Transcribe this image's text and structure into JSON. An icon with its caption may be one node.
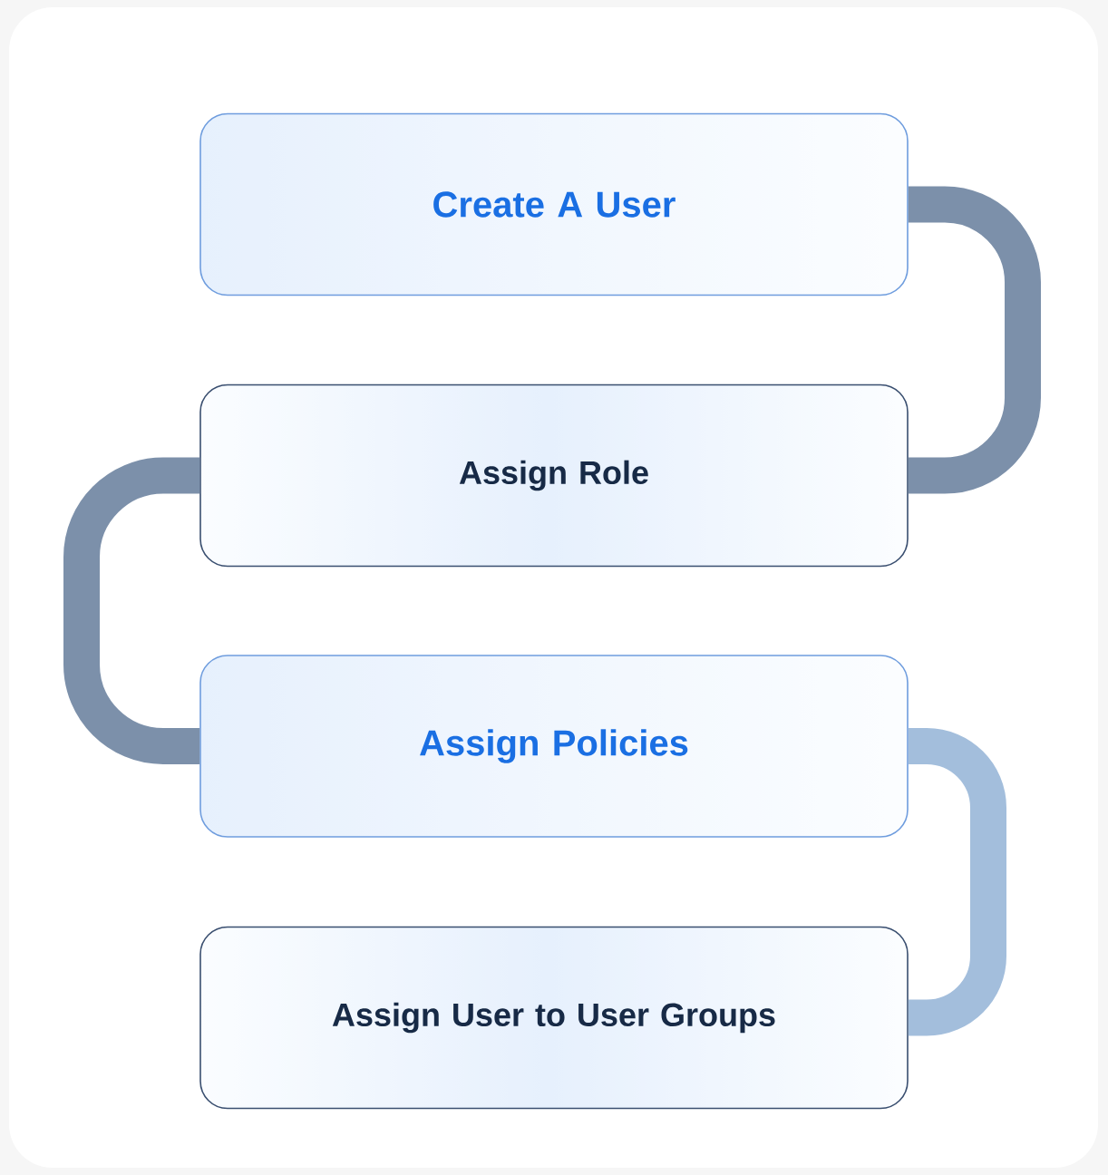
{
  "diagram": {
    "nodes": [
      {
        "text": [
          "Create A User"
        ]
      },
      {
        "text": [
          "Assign Role"
        ]
      },
      {
        "text": [
          "Assign Policies"
        ]
      },
      {
        "text": [
          "Assign User to User Groups"
        ]
      }
    ],
    "edges": [
      {
        "from": 0,
        "to": 1,
        "arrow": "none"
      },
      {
        "from": 1,
        "to": 2,
        "arrow": "none"
      },
      {
        "from": 2,
        "to": 3,
        "arrow": "none",
        "color": "#a3bedc"
      }
    ]
  }
}
